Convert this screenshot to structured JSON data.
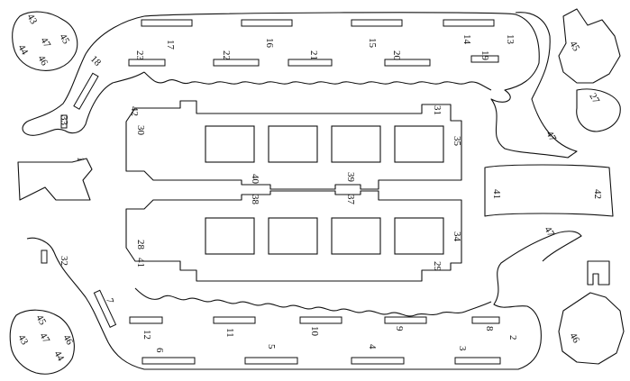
{
  "labels": {
    "tab_slots": [
      "17",
      "16",
      "15",
      "14",
      "13",
      "23",
      "22",
      "21",
      "20",
      "19",
      "18",
      "33",
      "12",
      "6",
      "11",
      "5",
      "10",
      "9",
      "4",
      "8",
      "3",
      "2",
      "7",
      "32"
    ],
    "hull_labels": [
      "42",
      "30",
      "31",
      "35",
      "1",
      "40",
      "38",
      "39",
      "37",
      "34",
      "28",
      "41",
      "29"
    ],
    "small_parts": [
      "45",
      "43",
      "47",
      "46",
      "44",
      "45",
      "27",
      "47",
      "41",
      "42",
      "47",
      "45",
      "43",
      "47",
      "46",
      "44",
      "46"
    ]
  }
}
